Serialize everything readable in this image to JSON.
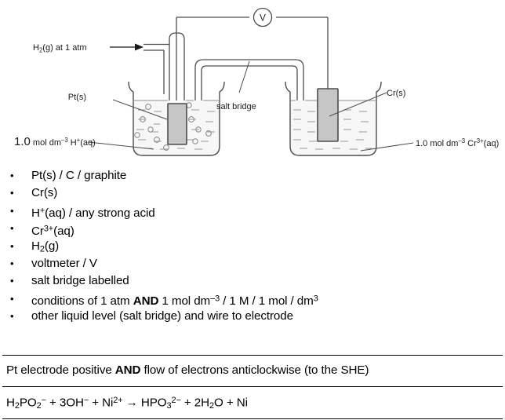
{
  "diagram": {
    "name": "electrochemical-cell-diagram",
    "labels": {
      "h2_inlet": "H",
      "h2_inlet_sub": "2",
      "h2_inlet_rest": "(g) at 1 atm",
      "pt_electrode": "Pt(s)",
      "cr_electrode": "Cr(s)",
      "salt_bridge": "salt bridge",
      "voltmeter": "V",
      "left_solution_value": "1.0",
      "left_solution_unit": " mol dm",
      "left_solution_unit_sup": "–3",
      "left_solution_species": " H",
      "left_solution_species_sup": "+",
      "left_solution_species_rest": "(aq)",
      "right_solution_value": "1.0",
      "right_solution_unit": " mol dm",
      "right_solution_unit_sup": "–3",
      "right_solution_species": " Cr",
      "right_solution_species_sup": "3+",
      "right_solution_species_rest": "(aq)"
    },
    "colors": {
      "line": "#4d4d4d",
      "electrode_fill": "#c6c6c6",
      "electrode_stroke": "#4d4d4d",
      "liquid_dash": "#8f8f8f",
      "bubble_stroke": "#8f8f8f"
    }
  },
  "bullets": [
    {
      "id": "bullet-pt",
      "marker": "•",
      "text": "Pt(s) / C / graphite"
    },
    {
      "id": "bullet-cr",
      "marker": "•",
      "text": "Cr(s)"
    },
    {
      "id": "bullet-h-plus",
      "marker": "•",
      "text": "H+(aq) / any strong acid"
    },
    {
      "id": "bullet-cr3",
      "marker": "•",
      "text": "Cr3+(aq)"
    },
    {
      "id": "bullet-h2",
      "marker": "•",
      "text": "H2(g)"
    },
    {
      "id": "bullet-voltmeter",
      "marker": "•",
      "text": "voltmeter / V"
    },
    {
      "id": "bullet-salt-bridge",
      "marker": "•",
      "text": "salt bridge labelled"
    },
    {
      "id": "bullet-conditions",
      "marker": "•",
      "text": "conditions of 1 atm AND 1 mol dm–3 / 1 M / 1 mol / dm3"
    },
    {
      "id": "bullet-liquid-level",
      "marker": "•",
      "text": "other liquid level (salt bridge) and wire to electrode"
    }
  ],
  "statements": {
    "answer": "Pt electrode positive AND flow of electrons anticlockwise (to the SHE)",
    "equation": "H2PO2− + 3OH− + Ni2+ → HPO32− + 2H2O + Ni"
  }
}
